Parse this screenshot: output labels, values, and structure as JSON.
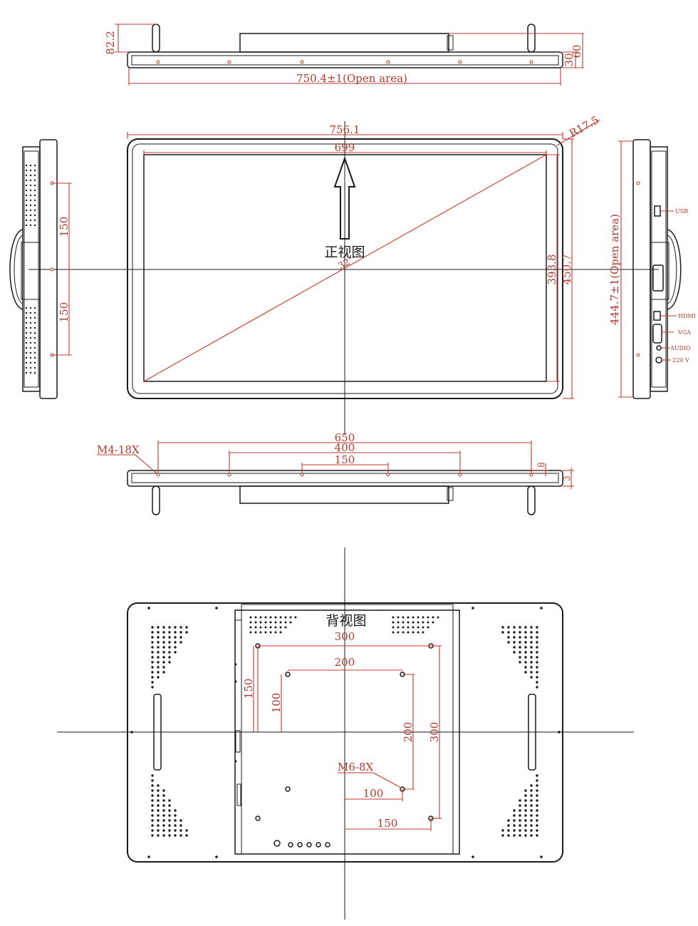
{
  "views": {
    "front_caption": "正视图",
    "back_caption": "背视图"
  },
  "top_view": {
    "height_label": "82.2",
    "thick_label_1": "30",
    "thick_label_2": "60",
    "open_area_label": "750.4±1(Open area)"
  },
  "front_view": {
    "outer_width": "756.1",
    "screen_width": "699",
    "corner_radius": "R17.5",
    "screen_height": "393.8",
    "outer_height": "450.7",
    "diagonal": "32\""
  },
  "left_view": {
    "spacing_top": "150",
    "spacing_bottom": "150"
  },
  "right_view": {
    "open_area_label": "444.7±1(Open area)",
    "ports": [
      "USB",
      "HDMI",
      "VGA",
      "AUDIO",
      "220 V"
    ]
  },
  "bottom_view": {
    "screw_label": "M4-18X",
    "span_outer": "650",
    "span_mid": "400",
    "span_inner": "150",
    "depth_1": "8",
    "depth_2": "3"
  },
  "back_view": {
    "vesa_w_outer": "300",
    "vesa_w_inner": "200",
    "offset_left_outer": "150",
    "offset_left_inner": "100",
    "vesa_h_inner": "200",
    "vesa_h_outer": "300",
    "screw_label": "M6-8X",
    "offset_bottom_inner": "100",
    "offset_bottom_outer": "150"
  },
  "colors": {
    "outline": "#1a1a1a",
    "dimension": "#c0392b"
  }
}
